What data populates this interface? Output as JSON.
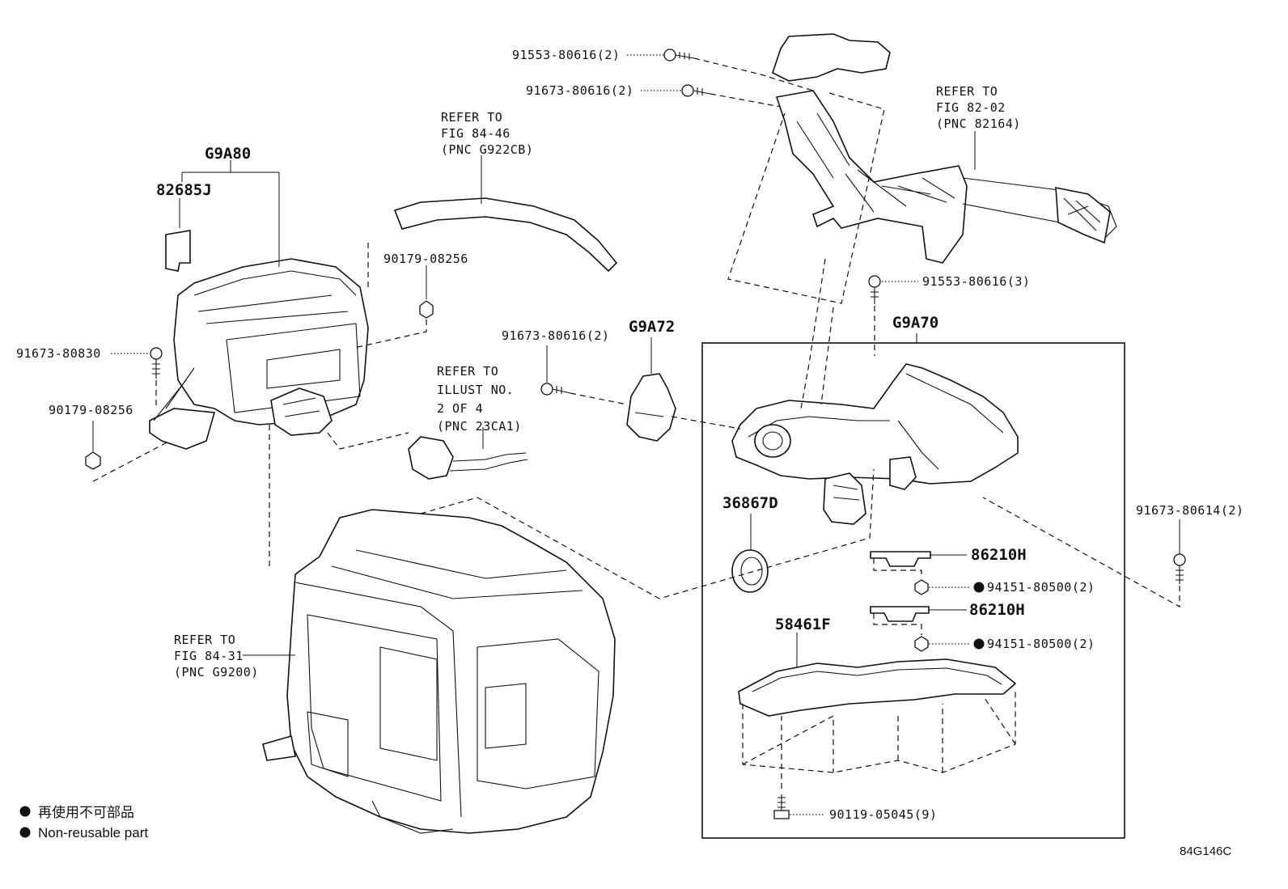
{
  "diagram_id": "84G146C",
  "legend": [
    {
      "symbol": "●",
      "text": "再使用不可部品"
    },
    {
      "symbol": "●",
      "text": "Non-reusable part"
    }
  ],
  "groups": {
    "g9a80": "G9A80",
    "g9a72": "G9A72",
    "g9a70": "G9A70"
  },
  "parts": {
    "p82685j": "82685J",
    "p36867d": "36867D",
    "p86210h_a": "86210H",
    "p86210h_b": "86210H",
    "p58461f": "58461F"
  },
  "fasteners": {
    "f1": "91553-80616(2)",
    "f2": "91673-80616(2)",
    "f3": "90179-08256",
    "f4": "91673-80830",
    "f5": "90179-08256",
    "f6": "91673-80616(2)",
    "f7": "91553-80616(3)",
    "f8": "91673-80614(2)",
    "f9": "94151-80500(2)",
    "f10": "94151-80500(2)",
    "f11": "90119-05045(9)"
  },
  "non_reusable_marker": "●",
  "refers": {
    "r1": [
      "REFER TO",
      "FIG 84-46",
      "(PNC G922CB)"
    ],
    "r2": [
      "REFER TO",
      "FIG 82-02",
      "(PNC 82164)"
    ],
    "r3": [
      "REFER TO",
      "ILLUST NO.",
      "2 OF 4",
      "(PNC 23CA1)"
    ],
    "r4": [
      "REFER TO",
      "FIG 84-31",
      "(PNC G9200)"
    ]
  }
}
